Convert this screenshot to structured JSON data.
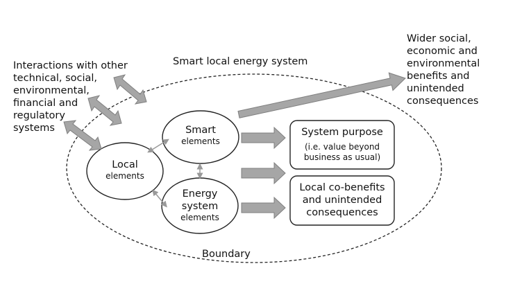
{
  "title": "Smart local energy system",
  "boundary_label": "Boundary",
  "interactions": {
    "lines": [
      "Interactions with other",
      "technical, social,",
      "environmental,",
      "financial and",
      "regulatory",
      "systems"
    ]
  },
  "wider_benefits": {
    "lines": [
      "Wider social,",
      "economic and",
      "environmental",
      "benefits and",
      "unintended",
      "consequences"
    ]
  },
  "elements": {
    "smart": {
      "line1": "Smart",
      "line2": "elements"
    },
    "local": {
      "line1": "Local",
      "line2": "elements"
    },
    "energy": {
      "line1": "Energy",
      "line2": "system",
      "line3": "elements"
    }
  },
  "boxes": {
    "purpose": {
      "title": "System purpose",
      "sub1": "(i.e. value beyond",
      "sub2": "business as usual)"
    },
    "cobenefits": {
      "line1": "Local co-benefits",
      "line2": "and unintended",
      "line3": "consequences"
    }
  },
  "colors": {
    "arrow_fill": "#a6a6a6",
    "arrow_stroke": "#7f7f7f",
    "line": "#222222"
  }
}
